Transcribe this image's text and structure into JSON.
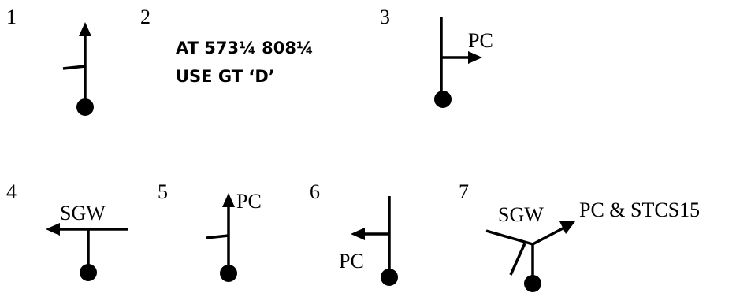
{
  "diagrams": [
    {
      "number": "1"
    },
    {
      "number": "2",
      "line1": "AT 573¼ 808¼",
      "line2": "USE GT ‘D’"
    },
    {
      "number": "3",
      "label": "PC"
    },
    {
      "number": "4",
      "label": "SGW"
    },
    {
      "number": "5",
      "label": "PC"
    },
    {
      "number": "6",
      "label": "PC"
    },
    {
      "number": "7",
      "label_left": "SGW",
      "label_right": "PC &  STCS15"
    }
  ],
  "colors": {
    "ink": "#000000",
    "background": "#ffffff"
  }
}
